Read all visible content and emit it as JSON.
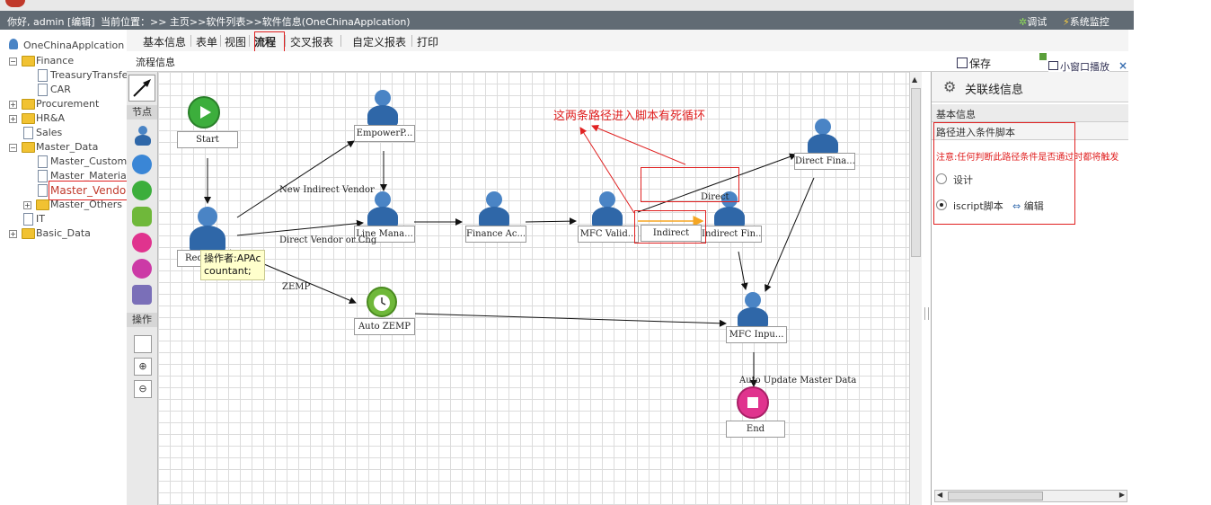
{
  "header": {
    "greeting": "你好, admin [编辑]",
    "location": "当前位置：>> 主页>>软件列表>>软件信息(OneChinaApplcation)",
    "debug_label": "调试",
    "monitor_label": "系统监控"
  },
  "sidebar": {
    "root": "OneChinaApplcation",
    "items": [
      {
        "label": "Finance"
      },
      {
        "label": "TreasuryTransfer"
      },
      {
        "label": "CAR"
      },
      {
        "label": "Procurement"
      },
      {
        "label": "HR&A"
      },
      {
        "label": "Sales"
      },
      {
        "label": "Master_Data"
      },
      {
        "label": "Master_Customer"
      },
      {
        "label": "Master_Material"
      },
      {
        "label": "Master_Vendor"
      },
      {
        "label": "Master_Others"
      },
      {
        "label": "IT"
      },
      {
        "label": "Basic_Data"
      }
    ]
  },
  "tabs": [
    {
      "label": "基本信息"
    },
    {
      "label": "表单"
    },
    {
      "label": "视图"
    },
    {
      "label": "流程"
    },
    {
      "label": "交叉报表"
    },
    {
      "label": "自定义报表"
    },
    {
      "label": "打印"
    }
  ],
  "subheader": {
    "title": "流程信息",
    "save_label": "保存",
    "popup_label": "小窗口播放"
  },
  "toolbox": {
    "nodes_label": "节点",
    "ops_label": "操作"
  },
  "diagram": {
    "nodes": {
      "start": "Start",
      "empower": "EmpowerP...",
      "requester": "Req",
      "line_manager": "Line Mana...",
      "finance": "Finance Ac...",
      "mfc_valid": "MFC Valid...",
      "indirect": "Indirect",
      "indirect_fin": "Indirect Fin...",
      "direct_fin": "Direct Fina...",
      "auto_zemp": "Auto ZEMP",
      "mfc_input": "MFC Inpu...",
      "end": "End"
    },
    "edges": {
      "new_indirect": "New Indirect Vendor",
      "direct_vendor": "Direct Vendor or Chg",
      "zemp": "ZEMP",
      "direct": "Direct",
      "auto_update": "Auto Update Master Data"
    },
    "tooltip": "操作者:APAccountant;",
    "annotation": "这两条路径进入脚本有死循环",
    "colors": {
      "annotation": "#e02020",
      "tooltip_bg": "#ffffcc"
    }
  },
  "right_panel": {
    "title": "关联线信息",
    "section_basic": "基本信息",
    "section_script": "路径进入条件脚本",
    "warning": "注意:任何判断此路径条件是否通过时都将触发",
    "radio_design": "设计",
    "radio_script": "iscript脚本",
    "edit_label": "编辑"
  }
}
